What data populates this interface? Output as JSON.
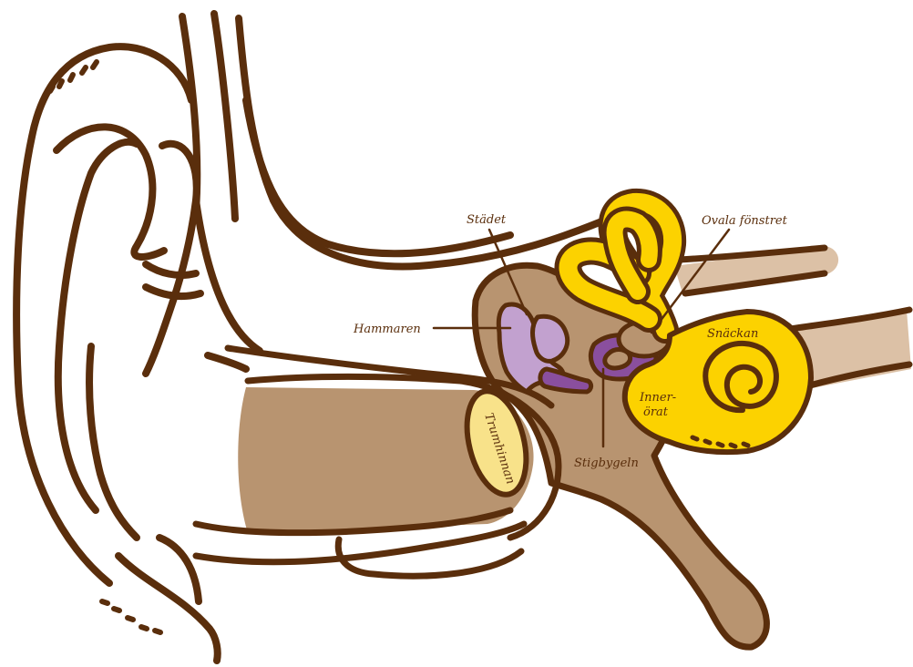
{
  "labels": {
    "stadet": "Städet",
    "ovala_fonstret": "Ovala fönstret",
    "hammaren": "Hammaren",
    "snackan": "Snäckan",
    "inner_line1": "Inner-",
    "inner_line2": "örat",
    "trumhinnan": "Trumhinnan",
    "stigbygeln": "Stigbygeln"
  },
  "colors": {
    "outline": "#5a2e0c",
    "canal": "#b89470",
    "nerve": "#dcc1a6",
    "ossicle_light": "#c2a1cf",
    "ossicle_dark": "#8a4f9e",
    "inner_ear": "#fcd200",
    "eardrum": "#f8e28a"
  }
}
